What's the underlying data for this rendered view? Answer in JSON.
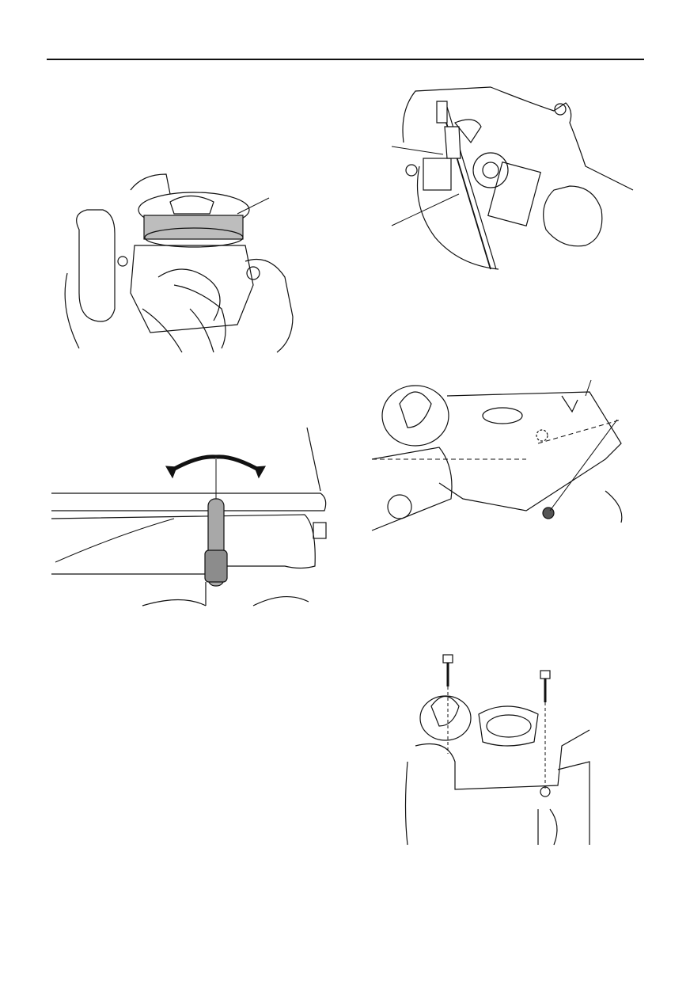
{
  "page": {
    "header_rule": true
  },
  "figures": [
    {
      "id": "a",
      "subject": "engine-top-view-illustration"
    },
    {
      "id": "b",
      "subject": "throttle-cable-adjustment-illustration"
    },
    {
      "id": "c",
      "subject": "tiller-throttle-grip-illustration"
    },
    {
      "id": "d",
      "subject": "carburetor-bracket-illustration"
    },
    {
      "id": "e",
      "subject": "bolt-installation-illustration"
    }
  ]
}
